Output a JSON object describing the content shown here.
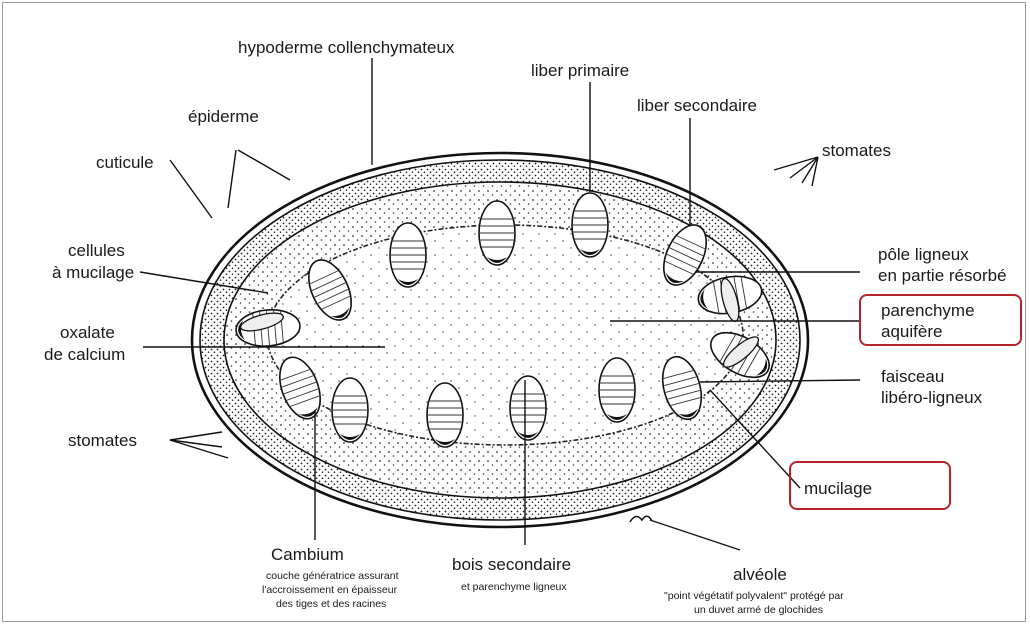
{
  "labels": {
    "hypoderme": "hypoderme collenchymateux",
    "liber_primaire": "liber primaire",
    "liber_secondaire": "liber secondaire",
    "epiderme": "épiderme",
    "stomates_top": "stomates",
    "cuticule": "cuticule",
    "cellules_line1": "cellules",
    "cellules_line2": "à mucilage",
    "pole_line1": "pôle ligneux",
    "pole_line2": "en partie résorbé",
    "parenchyme_line1": "parenchyme",
    "parenchyme_line2": "aquifère",
    "oxalate_line1": "oxalate",
    "oxalate_line2": "de calcium",
    "faisceau_line1": "faisceau",
    "faisceau_line2": "libéro-ligneux",
    "stomates_left": "stomates",
    "mucilage": "mucilage",
    "cambium": "Cambium",
    "cambium_desc_1": "couche génératrice assurant",
    "cambium_desc_2": "l'accroissement en épaisseur",
    "cambium_desc_3": "des tiges et des racines",
    "bois": "bois secondaire",
    "bois_desc": "et parenchyme ligneux",
    "alveole": "alvéole",
    "alveole_desc_1": "\"point végétatif polyvalent\" protégé par",
    "alveole_desc_2": "un duvet armé de glochides"
  },
  "highlight_color": "#b5242b"
}
